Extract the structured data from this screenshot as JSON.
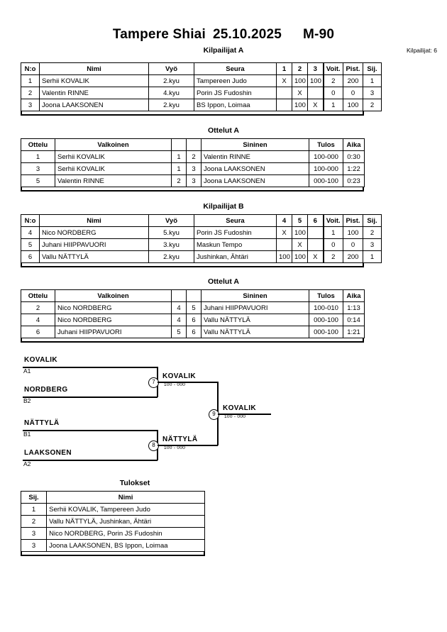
{
  "header": {
    "event": "Tampere Shiai",
    "date": "25.10.2025",
    "category": "M-90",
    "competitor_count_label": "Kilpailijat: 6"
  },
  "pools": [
    {
      "title": "Kilpailijat A",
      "columns": [
        "N:o",
        "Nimi",
        "Vyö",
        "Seura",
        "1",
        "2",
        "3",
        "Voit.",
        "Pist.",
        "Sij."
      ],
      "rows": [
        {
          "no": "1",
          "name": "Serhii KOVALIK",
          "belt": "2.kyu",
          "club": "Tampereen Judo",
          "m": [
            "X",
            "100",
            "100"
          ],
          "wins": "2",
          "points": "200",
          "rank": "1"
        },
        {
          "no": "2",
          "name": "Valentin RINNE",
          "belt": "4.kyu",
          "club": "Porin JS Fudoshin",
          "m": [
            "",
            "X",
            ""
          ],
          "wins": "0",
          "points": "0",
          "rank": "3"
        },
        {
          "no": "3",
          "name": "Joona LAAKSONEN",
          "belt": "2.kyu",
          "club": "BS Ippon, Loimaa",
          "m": [
            "",
            "100",
            "X"
          ],
          "wins": "1",
          "points": "100",
          "rank": "2"
        }
      ],
      "matches_title": "Ottelut A",
      "match_columns": [
        "Ottelu",
        "Valkoinen",
        "",
        "",
        "Sininen",
        "Tulos",
        "Aika"
      ],
      "matches": [
        {
          "no": "1",
          "white": "Serhii KOVALIK",
          "white_bold": true,
          "n1": "1",
          "n2": "2",
          "blue": "Valentin RINNE",
          "blue_bold": false,
          "result": "100-000",
          "time": "0:30"
        },
        {
          "no": "3",
          "white": "Serhii KOVALIK",
          "white_bold": true,
          "n1": "1",
          "n2": "3",
          "blue": "Joona LAAKSONEN",
          "blue_bold": false,
          "result": "100-000",
          "time": "1:22"
        },
        {
          "no": "5",
          "white": "Valentin RINNE",
          "white_bold": false,
          "n1": "2",
          "n2": "3",
          "blue": "Joona LAAKSONEN",
          "blue_bold": true,
          "result": "000-100",
          "time": "0:23"
        }
      ]
    },
    {
      "title": "Kilpailijat B",
      "columns": [
        "N:o",
        "Nimi",
        "Vyö",
        "Seura",
        "4",
        "5",
        "6",
        "Voit.",
        "Pist.",
        "Sij."
      ],
      "rows": [
        {
          "no": "4",
          "name": "Nico NORDBERG",
          "belt": "5.kyu",
          "club": "Porin JS Fudoshin",
          "m": [
            "X",
            "100",
            ""
          ],
          "wins": "1",
          "points": "100",
          "rank": "2"
        },
        {
          "no": "5",
          "name": "Juhani HIIPPAVUORI",
          "belt": "3.kyu",
          "club": "Maskun Tempo",
          "m": [
            "",
            "X",
            ""
          ],
          "wins": "0",
          "points": "0",
          "rank": "3"
        },
        {
          "no": "6",
          "name": "Vallu NÄTTYLÄ",
          "belt": "2.kyu",
          "club": "Jushinkan, Ähtäri",
          "m": [
            "100",
            "100",
            "X"
          ],
          "wins": "2",
          "points": "200",
          "rank": "1"
        }
      ],
      "matches_title": "Ottelut A",
      "match_columns": [
        "Ottelu",
        "Valkoinen",
        "",
        "",
        "Sininen",
        "Tulos",
        "Aika"
      ],
      "matches": [
        {
          "no": "2",
          "white": "Nico NORDBERG",
          "white_bold": true,
          "n1": "4",
          "n2": "5",
          "blue": "Juhani HIIPPAVUORI",
          "blue_bold": false,
          "result": "100-010",
          "time": "1:13"
        },
        {
          "no": "4",
          "white": "Nico NORDBERG",
          "white_bold": false,
          "n1": "4",
          "n2": "6",
          "blue": "Vallu NÄTTYLÄ",
          "blue_bold": true,
          "result": "000-100",
          "time": "0:14"
        },
        {
          "no": "6",
          "white": "Juhani HIIPPAVUORI",
          "white_bold": false,
          "n1": "5",
          "n2": "6",
          "blue": "Vallu NÄTTYLÄ",
          "blue_bold": true,
          "result": "000-100",
          "time": "1:21"
        }
      ]
    }
  ],
  "bracket": {
    "entrants": [
      {
        "name": "KOVALIK",
        "seed": "A1"
      },
      {
        "name": "NORDBERG",
        "seed": "B2"
      },
      {
        "name": "NÄTTYLÄ",
        "seed": "B1"
      },
      {
        "name": "LAAKSONEN",
        "seed": "A2"
      }
    ],
    "semifinals": [
      {
        "node": "7",
        "winner": "KOVALIK",
        "score": "100 - 000"
      },
      {
        "node": "8",
        "winner": "NÄTTYLÄ",
        "score": "100 - 000"
      }
    ],
    "final": {
      "node": "9",
      "winner": "KOVALIK",
      "score": "100 - 000"
    }
  },
  "results": {
    "title": "Tulokset",
    "columns": [
      "Sij.",
      "Nimi"
    ],
    "rows": [
      {
        "rank": "1",
        "name": "Serhii KOVALIK, Tampereen Judo"
      },
      {
        "rank": "2",
        "name": "Vallu NÄTTYLÄ, Jushinkan, Ähtäri"
      },
      {
        "rank": "3",
        "name": "Nico NORDBERG, Porin JS Fudoshin"
      },
      {
        "rank": "3",
        "name": "Joona LAAKSONEN, BS Ippon, Loimaa"
      }
    ]
  }
}
